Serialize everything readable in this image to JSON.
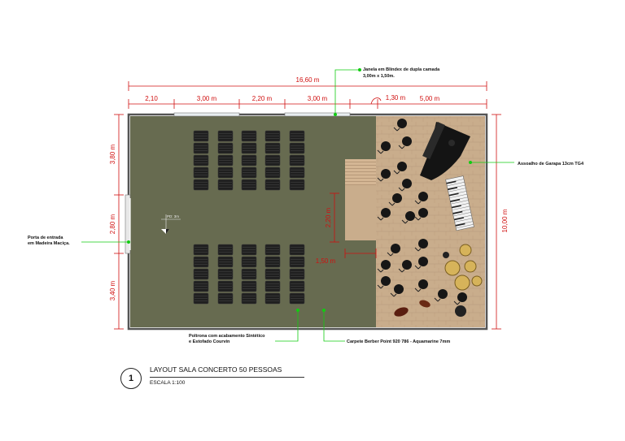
{
  "dimensions": {
    "total_width": "16,60 m",
    "top_segments": [
      "2,10",
      "3,00 m",
      "2,20 m",
      "3,00 m",
      "1,30 m",
      "5,00 m"
    ],
    "left_segments": [
      "3,80 m",
      "2,80 m",
      "3,40 m"
    ],
    "right_height": "10,00 m",
    "stage_height": "2,20 m",
    "stage_offset": "1,50 m",
    "level_mark": "PD: 3m"
  },
  "annotations": {
    "window": "Janela em Blindex de dupla camada",
    "window_size": "3,00m x 1,50m.",
    "door": "Porta de entrada",
    "door_material": "em Madeira Maciça.",
    "floor_wood": "Assoalho de Garapa 13cm TG4",
    "armchair": "Poltrona com acabamento Sintético",
    "armchair_finish": "e Estofado Courvin",
    "carpet": "Carpete Berber Point 920 786 - Aquamarine 7mm"
  },
  "title_block": {
    "number": "1",
    "title": "LAYOUT SALA CONCERTO 50 PESSOAS",
    "scale": "ESCALA 1:100"
  },
  "colors": {
    "carpet": "#676b50",
    "wood": "#c9ad8c",
    "dimension": "#d01010",
    "leader": "#11cc11",
    "wall": "#555555"
  }
}
